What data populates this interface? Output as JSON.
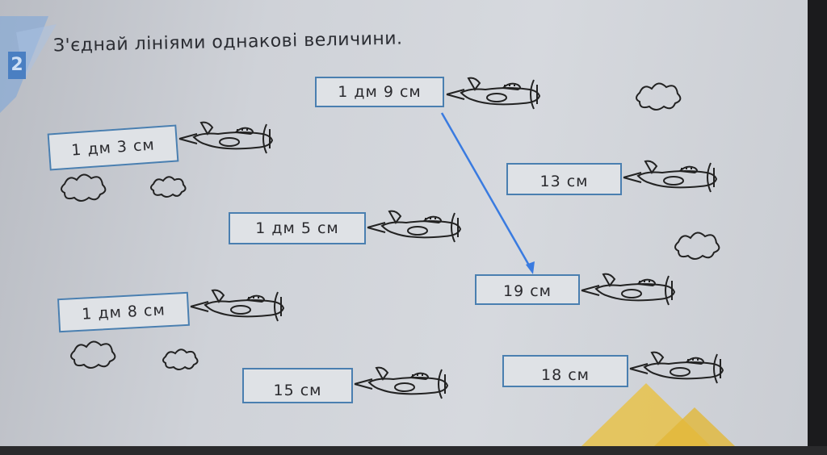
{
  "exercise": {
    "number": "2",
    "instruction": "З'єднай лініями однакові величини."
  },
  "left_items": [
    "1 дм 9 см",
    "1 дм 3 см",
    "1 дм 5 см",
    "1 дм 8 см",
    "15 см"
  ],
  "right_items": [
    "13 см",
    "19 см",
    "18 см"
  ],
  "connection": {
    "from": "1 дм 9 см",
    "to": "19 см",
    "color": "#3a7be0"
  }
}
